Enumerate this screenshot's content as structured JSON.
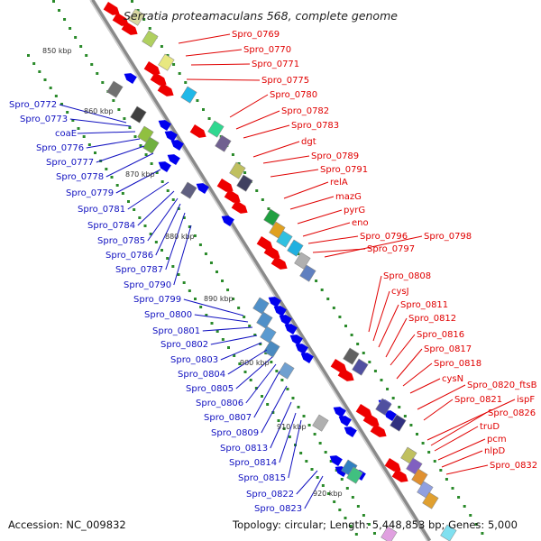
{
  "title": "Serratia proteamaculans 568, complete genome",
  "footer": {
    "accession": "Accession: NC_009832",
    "topology": "Topology: circular; Length: 5,448,853 bp; Genes: 5,000"
  },
  "colors": {
    "backbone": "#999999",
    "ticks": "#2a8a2a",
    "right_strand_label": "#e00000",
    "left_strand_label": "#1010c0",
    "red_gene": "#ee0000",
    "blue_gene": "#0000ee"
  },
  "kbp_labels": [
    "850 kbp",
    "860 kbp",
    "870 kbp",
    "880 kbp",
    "890 kbp",
    "900 kbp",
    "910 kbp",
    "920 kbp"
  ],
  "red_labels": [
    "Spro_0769",
    "Spro_0770",
    "Spro_0771",
    "Spro_0775",
    "Spro_0780",
    "Spro_0782",
    "Spro_0783",
    "dgt",
    "Spro_0789",
    "Spro_0791",
    "relA",
    "mazG",
    "pyrG",
    "eno",
    "Spro_0796",
    "Spro_0797",
    "Spro_0798",
    "Spro_0808",
    "cysJ",
    "Spro_0811",
    "Spro_0812",
    "Spro_0816",
    "Spro_0817",
    "Spro_0818",
    "cysN",
    "Spro_0820_ftsB",
    "Spro_0821",
    "ispF",
    "Spro_0826",
    "truD",
    "pcm",
    "nlpD",
    "Spro_0832"
  ],
  "blue_labels": [
    "Spro_0772",
    "Spro_0773",
    "coaE",
    "Spro_0776",
    "Spro_0777",
    "Spro_0778",
    "Spro_0779",
    "Spro_0781",
    "Spro_0784",
    "Spro_0785",
    "Spro_0786",
    "Spro_0787",
    "Spro_0790",
    "Spro_0799",
    "Spro_0800",
    "Spro_0801",
    "Spro_0802",
    "Spro_0803",
    "Spro_0804",
    "Spro_0805",
    "Spro_0806",
    "Spro_0807",
    "Spro_0809",
    "Spro_0813",
    "Spro_0814",
    "Spro_0815",
    "Spro_0822",
    "Spro_0823"
  ]
}
